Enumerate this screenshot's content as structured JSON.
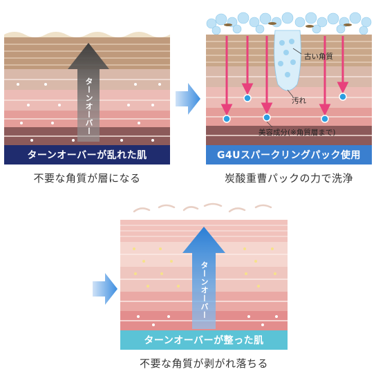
{
  "panels": {
    "before": {
      "arrow_label": "ターンオーバー",
      "banner": "ターンオーバーが乱れた肌",
      "caption": "不要な角質が層になる"
    },
    "process": {
      "label_old_skin": "古い角質",
      "label_dirt": "汚れ",
      "label_beauty": "美容成分(※角質層まで)",
      "banner": "G4Uスパークリングパック使用",
      "caption": "炭酸重曹パックの力で洗浄"
    },
    "after": {
      "arrow_label": "ターンオーバー",
      "banner": "ターンオーバーが整った肌",
      "caption": "不要な角質が剥がれ落ちる"
    }
  },
  "colors": {
    "banner_before": "#1f2c6e",
    "banner_process": "#3a7fcf",
    "banner_after": "#5bc3d6",
    "pink_arrow": "#e8417c",
    "flow_arrow": "#3d8ee0"
  }
}
